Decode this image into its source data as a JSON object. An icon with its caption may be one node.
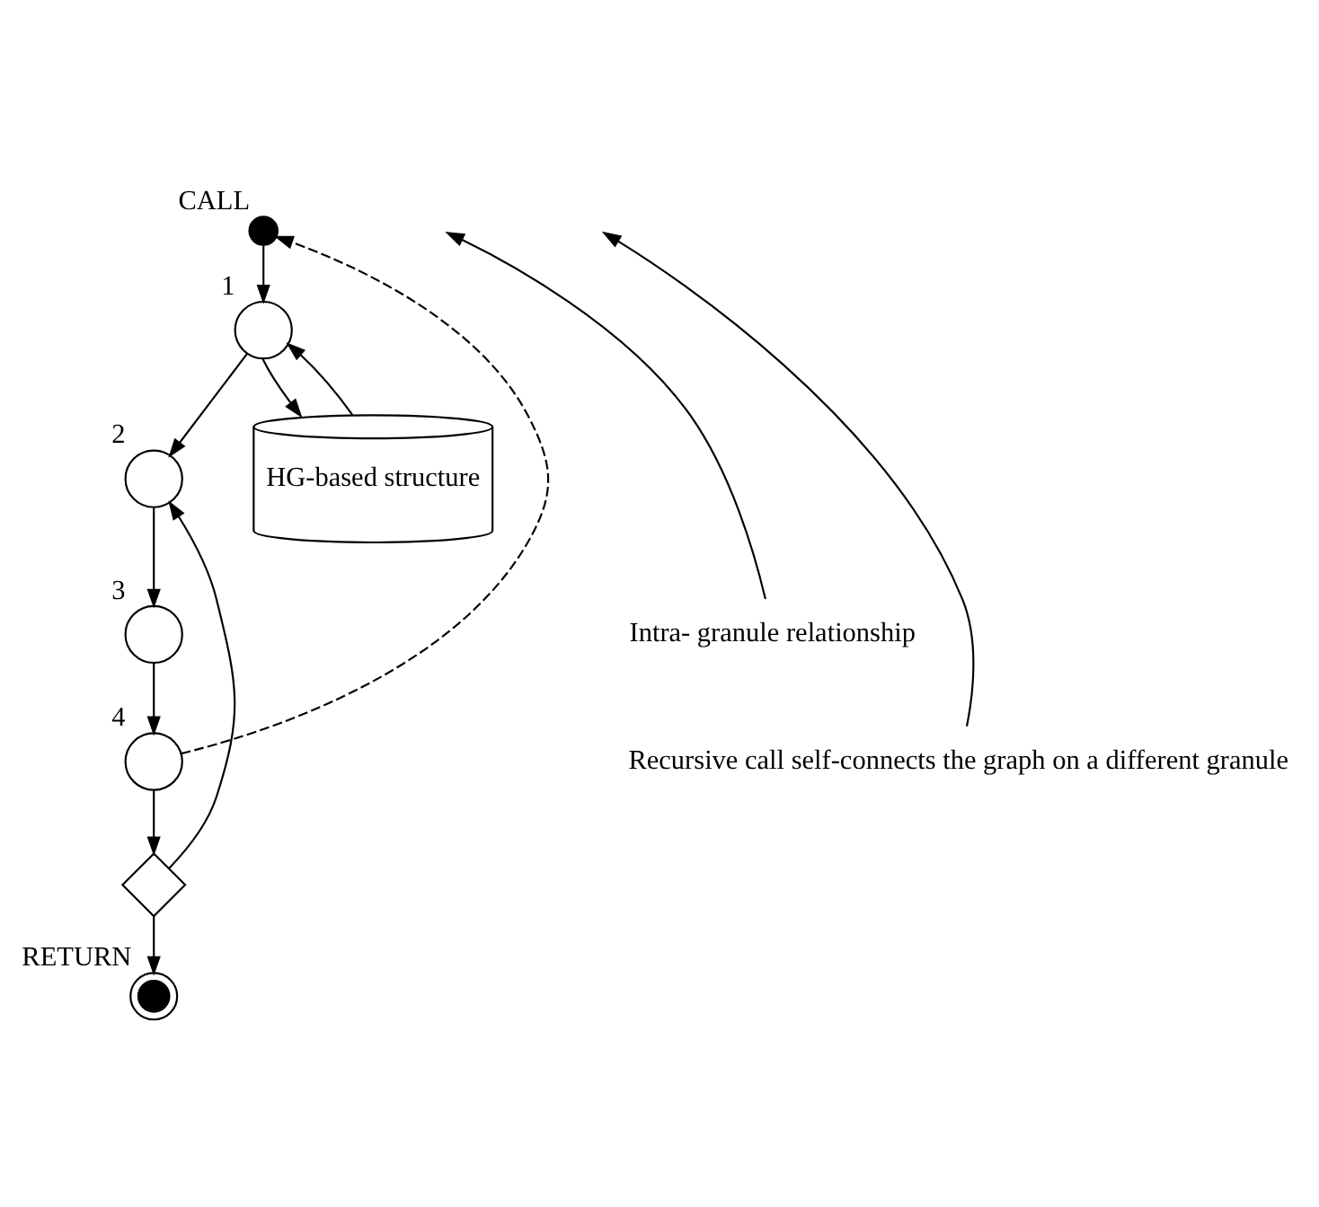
{
  "diagram": {
    "nodes": [
      {
        "text": [],
        "shape": "circle",
        "beside": [
          "CALL"
        ]
      },
      {
        "text": [],
        "shape": "circle",
        "beside": [
          "1"
        ]
      },
      {
        "text": [],
        "shape": "circle",
        "beside": [
          "2"
        ]
      },
      {
        "text": [],
        "shape": "circle",
        "beside": [
          "3"
        ]
      },
      {
        "text": [],
        "shape": "circle",
        "beside": [
          "4"
        ]
      },
      {
        "text": [],
        "shape": "diamond"
      },
      {
        "text": [],
        "shape": "circle",
        "beside": [
          "RETURN"
        ]
      },
      {
        "text": [
          "HG-based structure"
        ]
      },
      {
        "text": [
          "Intra- granule relationship"
        ]
      },
      {
        "text": [
          "Recursive call self-connects the graph on a different granule"
        ]
      }
    ],
    "edges": [
      {
        "from": 0,
        "to": 1,
        "arrow": "to"
      },
      {
        "from": 1,
        "to": 2,
        "arrow": "to"
      },
      {
        "from": 2,
        "to": 3,
        "arrow": "to"
      },
      {
        "from": 3,
        "to": 4,
        "arrow": "to"
      },
      {
        "from": 4,
        "to": 5,
        "arrow": "to"
      },
      {
        "from": 5,
        "to": 6,
        "arrow": "to"
      },
      {
        "from": 1,
        "to": 7,
        "arrow": "to"
      },
      {
        "from": 7,
        "to": 1,
        "arrow": "to"
      },
      {
        "from": 5,
        "to": 2,
        "arrow": "to"
      },
      {
        "from": 4,
        "to": 0,
        "arrow": "to",
        "style": "dashed"
      },
      {
        "from": 8,
        "to": null,
        "arrow": "to"
      },
      {
        "from": 9,
        "to": null,
        "arrow": "to"
      }
    ]
  }
}
